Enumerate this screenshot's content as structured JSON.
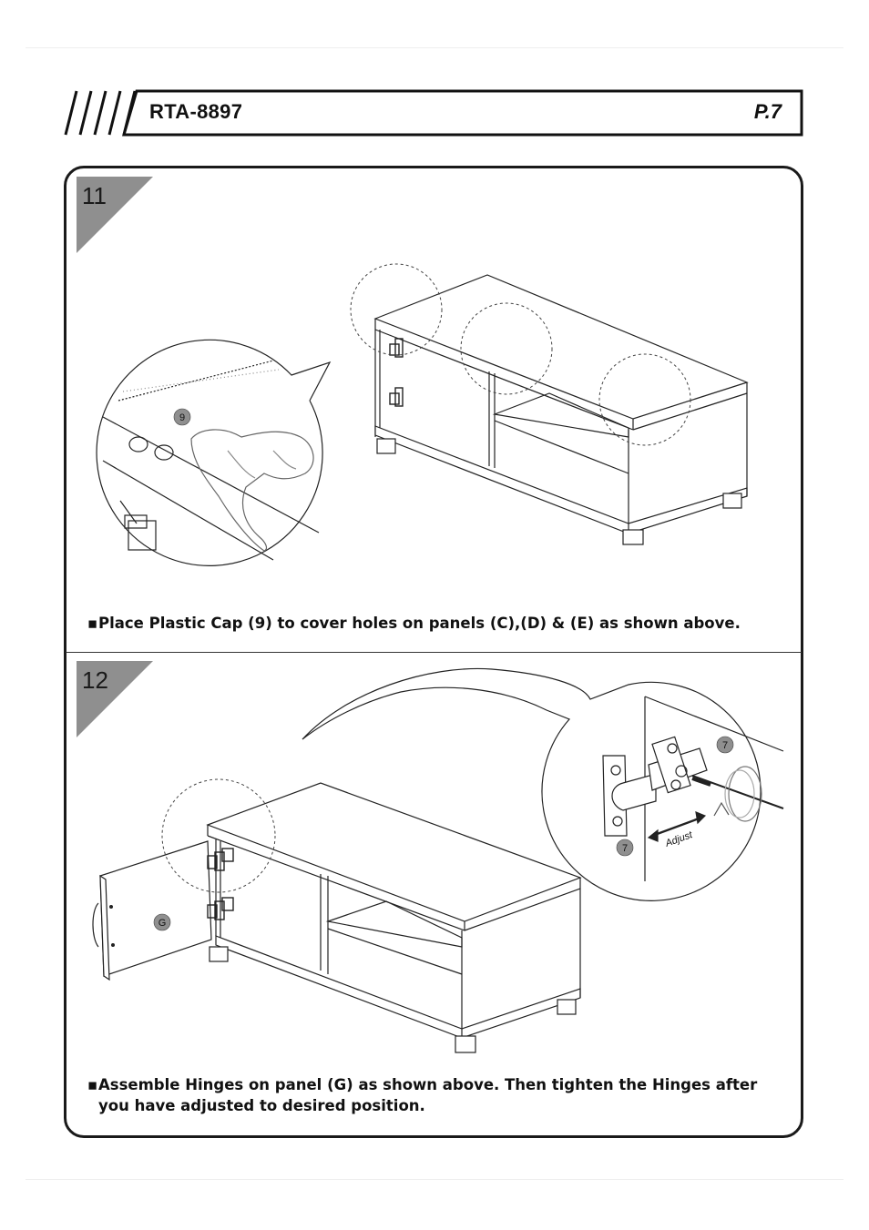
{
  "header": {
    "model": "RTA-8897",
    "page": "P.7"
  },
  "step11": {
    "number": "11",
    "part_label": "9",
    "bullet": "▪",
    "instruction": "Place Plastic Cap (9) to cover holes on panels (C),(D) & (E) as shown above."
  },
  "step12": {
    "number": "12",
    "door_label": "G",
    "screw_label_a": "7",
    "screw_label_b": "7",
    "adjust_label": "Adjust",
    "bullet": "▪",
    "instruction": "Assemble Hinges on panel (G) as shown above. Then tighten the Hinges after you have adjusted to desired position."
  }
}
